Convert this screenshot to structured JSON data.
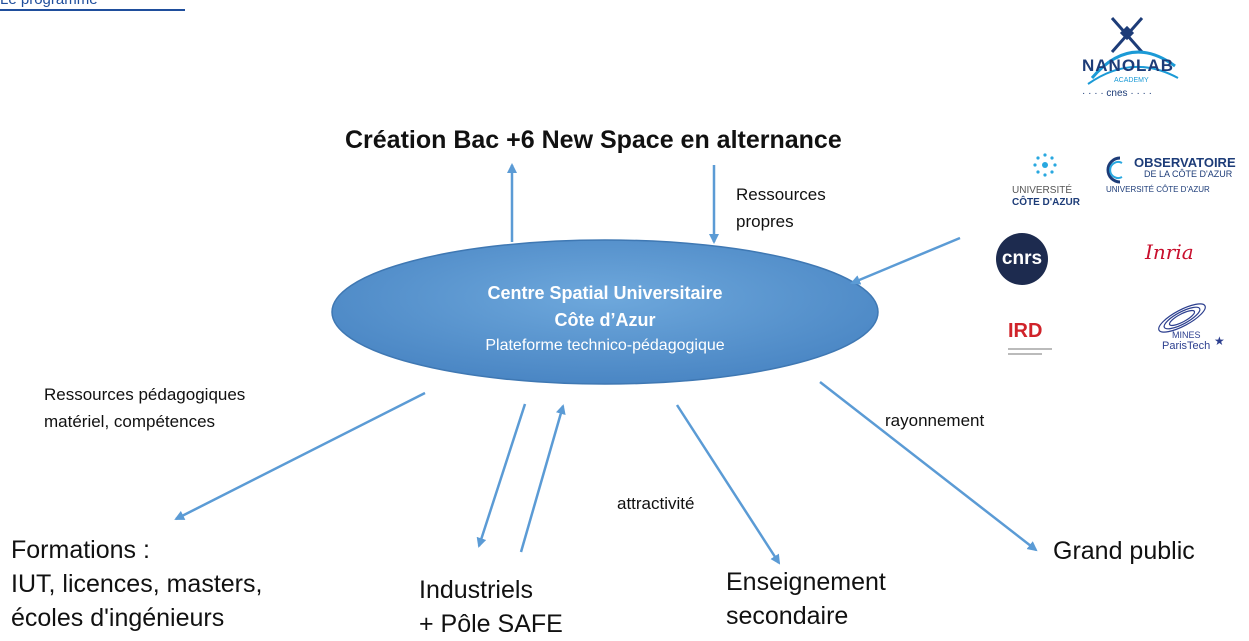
{
  "top_link": {
    "text": "Le programme"
  },
  "heading": "Création Bac +6 New Space en alternance",
  "center": {
    "line1": "Centre Spatial Universitaire",
    "line2": "Côte d’Azur",
    "line3": "Plateforme technico-pédagogique"
  },
  "labels": {
    "ressources_propres_1": "Ressources",
    "ressources_propres_2": "propres",
    "ressources_pedago_1": "Ressources pédagogiques",
    "ressources_pedago_2": "matériel, compétences",
    "rayonnement": "rayonnement",
    "attractivite": "attractivité"
  },
  "targets": {
    "formations": [
      "Formations :",
      "IUT, licences, masters,",
      "écoles d'ingénieurs"
    ],
    "industriels": [
      "Industriels",
      "+ Pôle SAFE"
    ],
    "enseignement": [
      "Enseignement",
      "secondaire"
    ],
    "grand_public": "Grand public"
  },
  "logos": {
    "nanolab": {
      "name": "NANOLAB",
      "sub": "ACADEMY",
      "tag": "· · · · cnes · · · ·"
    },
    "uca": {
      "l1": "UNIVERSITÉ",
      "l2": "CÔTE D'AZUR"
    },
    "observatoire": {
      "l1": "OBSERVATOIRE",
      "l2": "DE LA CÔTE D'AZUR",
      "l3": "UNIVERSITÉ CÔTE D'AZUR"
    },
    "cnrs": "cnrs",
    "inria": "Inria",
    "ird": "IRD",
    "mines": {
      "l1": "MINES",
      "l2": "ParisTech"
    }
  },
  "colors": {
    "arrow": "#5b9bd5",
    "ellipse_fill": "#5b9bd5",
    "ellipse_edge": "#3f78b3",
    "inria_red": "#c8102e",
    "cnrs_navy": "#1d2b4f",
    "ird_red": "#d0232a",
    "mines_blue": "#2c3f8f"
  }
}
